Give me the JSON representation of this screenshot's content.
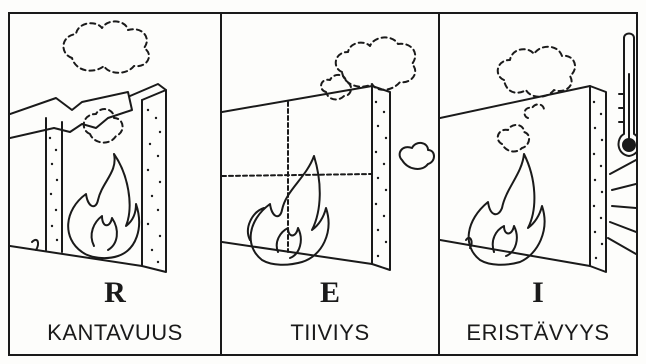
{
  "panels": [
    {
      "letter": "R",
      "caption": "KANTAVUUS"
    },
    {
      "letter": "E",
      "caption": "TIIVIYS"
    },
    {
      "letter": "I",
      "caption": "ERISTÄVYYS"
    }
  ],
  "icons": {
    "panel_1": [
      "smoke-cloud-icon",
      "broken-wall-icon",
      "flame-icon"
    ],
    "panel_2": [
      "smoke-cloud-icon",
      "wall-icon",
      "flame-icon"
    ],
    "panel_3": [
      "smoke-cloud-icon",
      "wall-icon",
      "flame-icon",
      "thermometer-icon",
      "heat-rays-icon"
    ]
  },
  "colors": {
    "ink": "#1a1a1a",
    "paper": "#fdfdfb"
  }
}
